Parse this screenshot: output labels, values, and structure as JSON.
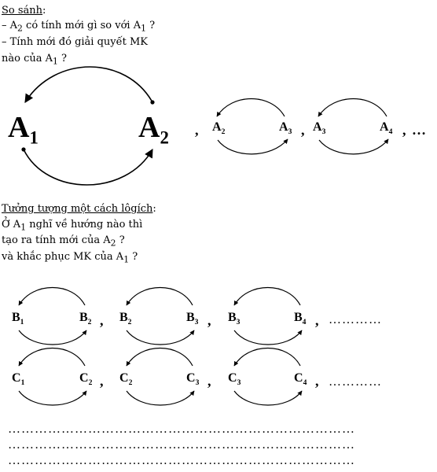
{
  "compare": {
    "heading": "So sánh",
    "colon": ":",
    "line1_a": "– A",
    "line1_sub1": "2",
    "line1_b": " có tính mới gì so với A",
    "line1_sub2": "1",
    "line1_c": " ?",
    "line2": "– Tính mới đó giải quyết MK",
    "line3_a": "nào của A",
    "line3_sub": "1",
    "line3_b": " ?"
  },
  "imagine": {
    "heading": "Tưởng tượng một cách lôgích",
    "colon": ":",
    "line1_a": "Ở A",
    "line1_sub": "1",
    "line1_b": " nghĩ về hướng nào thì",
    "line2_a": "tạo ra tính mới của A",
    "line2_sub": "2",
    "line2_b": " ?",
    "line3_a": "và khắc phục MK của A",
    "line3_sub": "1",
    "line3_b": " ?"
  },
  "row_a": {
    "big1": "A",
    "big1_sub": "1",
    "big2": "A",
    "big2_sub": "2",
    "p1l": "A",
    "p1l_sub": "2",
    "p1r": "A",
    "p1r_sub": "3",
    "p2l": "A",
    "p2l_sub": "3",
    "p2r": "A",
    "p2r_sub": "4",
    "ellipsis": "…"
  },
  "row_b": {
    "p1l": "B",
    "p1l_sub": "1",
    "p1r": "B",
    "p1r_sub": "2",
    "p2l": "B",
    "p2l_sub": "2",
    "p2r": "B",
    "p2r_sub": "3",
    "p3l": "B",
    "p3l_sub": "3",
    "p3r": "B",
    "p3r_sub": "4",
    "dots": "…………"
  },
  "row_c": {
    "p1l": "C",
    "p1l_sub": "1",
    "p1r": "C",
    "p1r_sub": "2",
    "p2l": "C",
    "p2l_sub": "2",
    "p2r": "C",
    "p2r_sub": "3",
    "p3l": "C",
    "p3l_sub": "3",
    "p3r": "C",
    "p3r_sub": "4",
    "dots": "…………"
  },
  "comma": ",",
  "answer_lines": [
    "……………………………………………………………………",
    "……………………………………………………………………",
    "……………………………………………………………………"
  ]
}
